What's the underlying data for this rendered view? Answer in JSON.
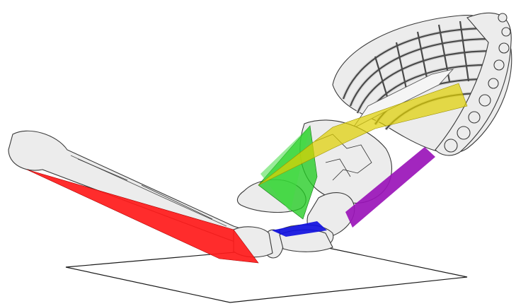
{
  "scene": {
    "background": "#ffffff",
    "ground_plane_color": "#1a1a1a",
    "bone_color": "#ececec",
    "muscles": [
      {
        "id": "hamstring",
        "color": "#ff1a1a"
      },
      {
        "id": "gluteal",
        "color": "#22cc22"
      },
      {
        "id": "iliopsoas",
        "color": "#e0d000"
      },
      {
        "id": "rectus-femoris-short",
        "color": "#1010e0"
      },
      {
        "id": "rectus-abdominis",
        "color": "#9a14b8"
      }
    ]
  }
}
